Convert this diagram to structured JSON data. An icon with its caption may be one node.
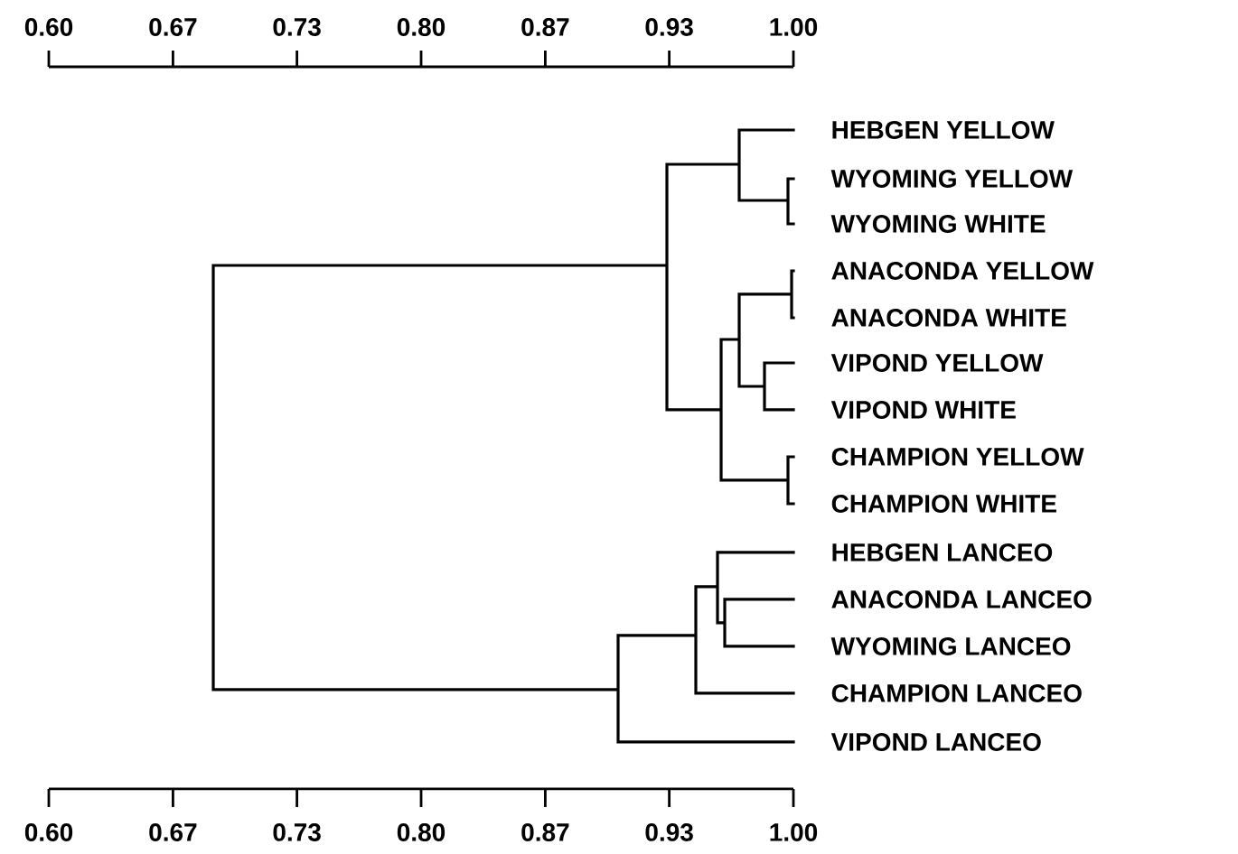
{
  "diagram": {
    "labels": [
      "0.60",
      "0.67",
      "0.73",
      "0.80",
      "0.87",
      "0.93",
      "1.00",
      "HEBGEN YELLOW",
      "WYOMING YELLOW",
      "WYOMING WHITE",
      "ANACONDA YELLOW",
      "ANACONDA WHITE",
      "VIPOND YELLOW",
      "VIPOND WHITE",
      "CHAMPION YELLOW",
      "CHAMPION WHITE",
      "HEBGEN LANCEO",
      "ANACONDA LANCEO",
      "WYOMING LANCEO",
      "CHAMPION LANCEO",
      "VIPOND LANCEO",
      "0.60",
      "0.67",
      "0.73",
      "0.80",
      "0.87",
      "0.93",
      "1.00"
    ]
  }
}
